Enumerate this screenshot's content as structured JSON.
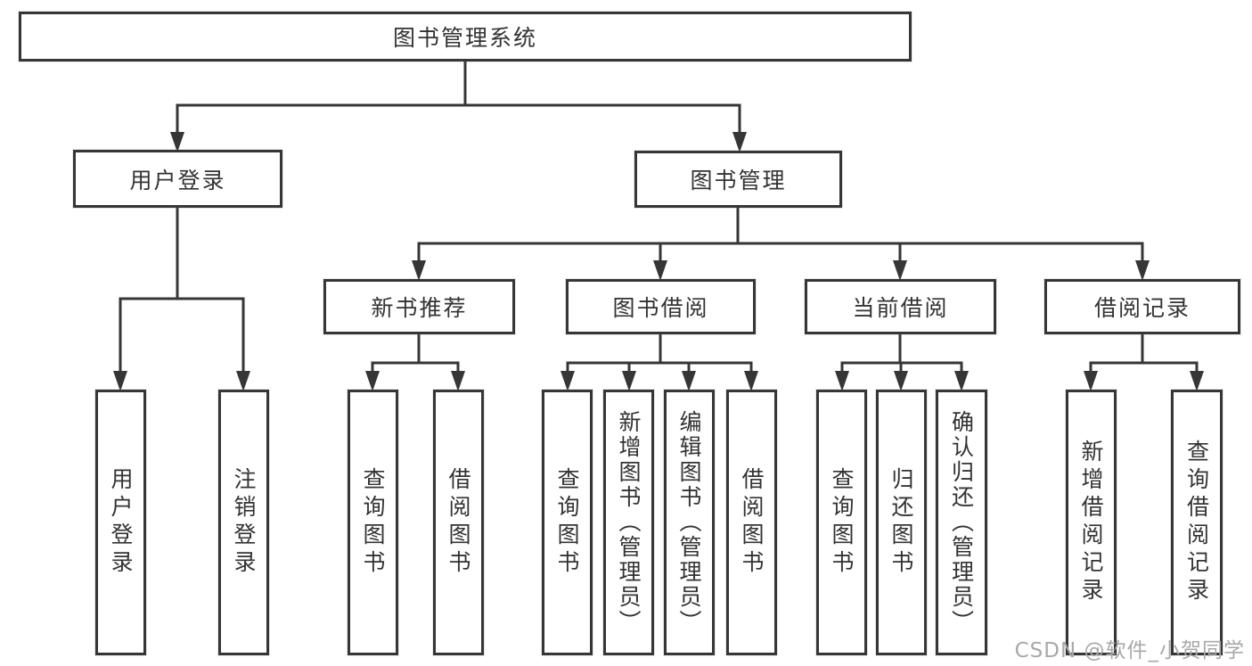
{
  "diagram_title": "图书管理系统",
  "tree": {
    "root": {
      "label": "图书管理系统"
    },
    "branches": [
      {
        "label": "用户登录",
        "children": [
          {
            "label": "用户登录"
          },
          {
            "label": "注销登录"
          }
        ]
      },
      {
        "label": "图书管理",
        "children": [
          {
            "label": "新书推荐",
            "children": [
              {
                "label": "查询图书"
              },
              {
                "label": "借阅图书"
              }
            ]
          },
          {
            "label": "图书借阅",
            "children": [
              {
                "label": "查询图书"
              },
              {
                "label": "新增图书（管理员）"
              },
              {
                "label": "编辑图书（管理员）"
              },
              {
                "label": "借阅图书"
              }
            ]
          },
          {
            "label": "当前借阅",
            "children": [
              {
                "label": "查询图书"
              },
              {
                "label": "归还图书"
              },
              {
                "label": "确认归还（管理员）"
              }
            ]
          },
          {
            "label": "借阅记录",
            "children": [
              {
                "label": "新增借阅记录"
              },
              {
                "label": "查询借阅记录"
              }
            ]
          }
        ]
      }
    ]
  },
  "watermark": {
    "text": "CSDN @软件_小贺同学"
  },
  "colors": {
    "line": "#363636",
    "box_border": "#363636",
    "text": "#333333",
    "watermark": "#a8a8a8",
    "background": "#ffffff"
  }
}
